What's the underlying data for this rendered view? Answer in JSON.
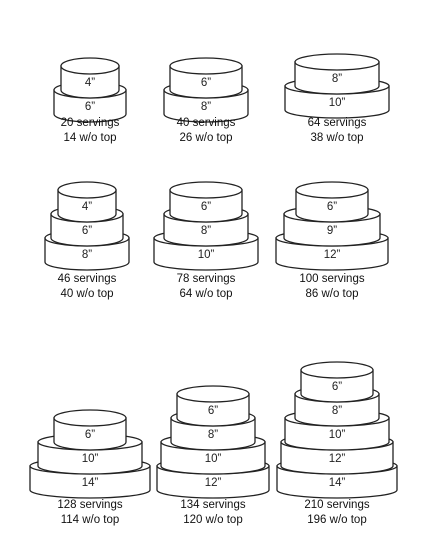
{
  "cakes": [
    {
      "tiers": [
        "6”",
        "4”"
      ],
      "servings": "20 servings",
      "without_top": "14 w/o top"
    },
    {
      "tiers": [
        "8”",
        "6”"
      ],
      "servings": "40 servings",
      "without_top": "26 w/o top"
    },
    {
      "tiers": [
        "10”",
        "8”"
      ],
      "servings": "64 servings",
      "without_top": "38 w/o top"
    },
    {
      "tiers": [
        "8”",
        "6”",
        "4”"
      ],
      "servings": "46 servings",
      "without_top": "40 w/o top"
    },
    {
      "tiers": [
        "10”",
        "8”",
        "6”"
      ],
      "servings": "78 servings",
      "without_top": "64 w/o top"
    },
    {
      "tiers": [
        "12”",
        "9”",
        "6”"
      ],
      "servings": "100 servings",
      "without_top": "86 w/o top"
    },
    {
      "tiers": [
        "14”",
        "10”",
        "6”"
      ],
      "servings": "128 servings",
      "without_top": "114 w/o top"
    },
    {
      "tiers": [
        "12”",
        "10”",
        "8”",
        "6”"
      ],
      "servings": "134 servings",
      "without_top": "120 w/o top"
    },
    {
      "tiers": [
        "14”",
        "12”",
        "10”",
        "8”",
        "6”"
      ],
      "servings": "210 servings",
      "without_top": "196 w/o top"
    }
  ]
}
